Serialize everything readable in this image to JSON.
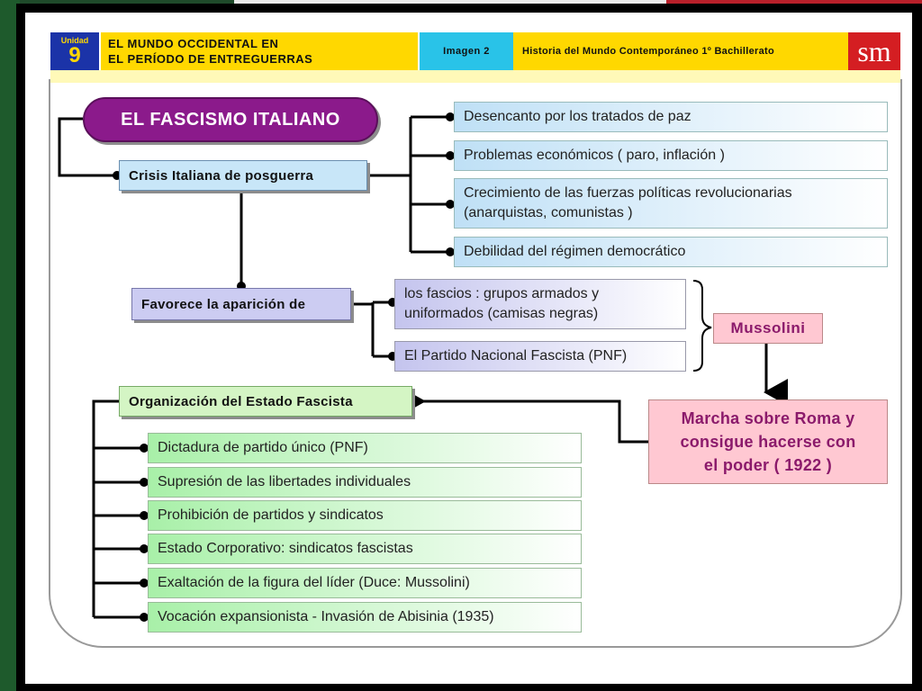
{
  "header": {
    "unit_label": "Unidad",
    "unit_number": "9",
    "title_line1": "EL MUNDO OCCIDENTAL EN",
    "title_line2": "EL PERÍODO DE ENTREGUERRAS",
    "image_label": "Imagen 2",
    "course": "Historia del Mundo Contemporáneo 1º Bachillerato",
    "logo": "sm",
    "colors": {
      "unit_bg": "#1b33a8",
      "yellow": "#ffd800",
      "cyan": "#29c3e8",
      "logo_red": "#d41e22"
    }
  },
  "diagram": {
    "title": "EL FASCISMO ITALIANO",
    "crisis": {
      "label": "Crisis Italiana de posguerra",
      "causes": [
        "Desencanto por los tratados de paz",
        "Problemas económicos ( paro, inflación )",
        "Crecimiento de las fuerzas políticas revolucionarias (anarquistas, comunistas )",
        "Debilidad del régimen democrático"
      ]
    },
    "favorece": {
      "label": "Favorece la aparición de",
      "items": [
        "los fascios : grupos armados y uniformados (camisas negras)",
        "El Partido Nacional Fascista (PNF)"
      ]
    },
    "leader": "Mussolini",
    "marcha": [
      "Marcha sobre Roma y",
      "consigue hacerse con",
      "el poder ( 1922 )"
    ],
    "organizacion": {
      "label": "Organización del Estado Fascista",
      "items": [
        "Dictadura de partido único (PNF)",
        "Supresión de las libertades individuales",
        "Prohibición de partidos y sindicatos",
        "Estado Corporativo: sindicatos fascistas",
        "Exaltación de la figura del líder (Duce: Mussolini)",
        "Vocación expansionista - Invasión de Abisinia (1935)"
      ]
    },
    "colors": {
      "title_bg": "#8b1a8b",
      "marcha_text": "#8b1a6b",
      "marcha_bg": "#ffc8d2"
    }
  }
}
